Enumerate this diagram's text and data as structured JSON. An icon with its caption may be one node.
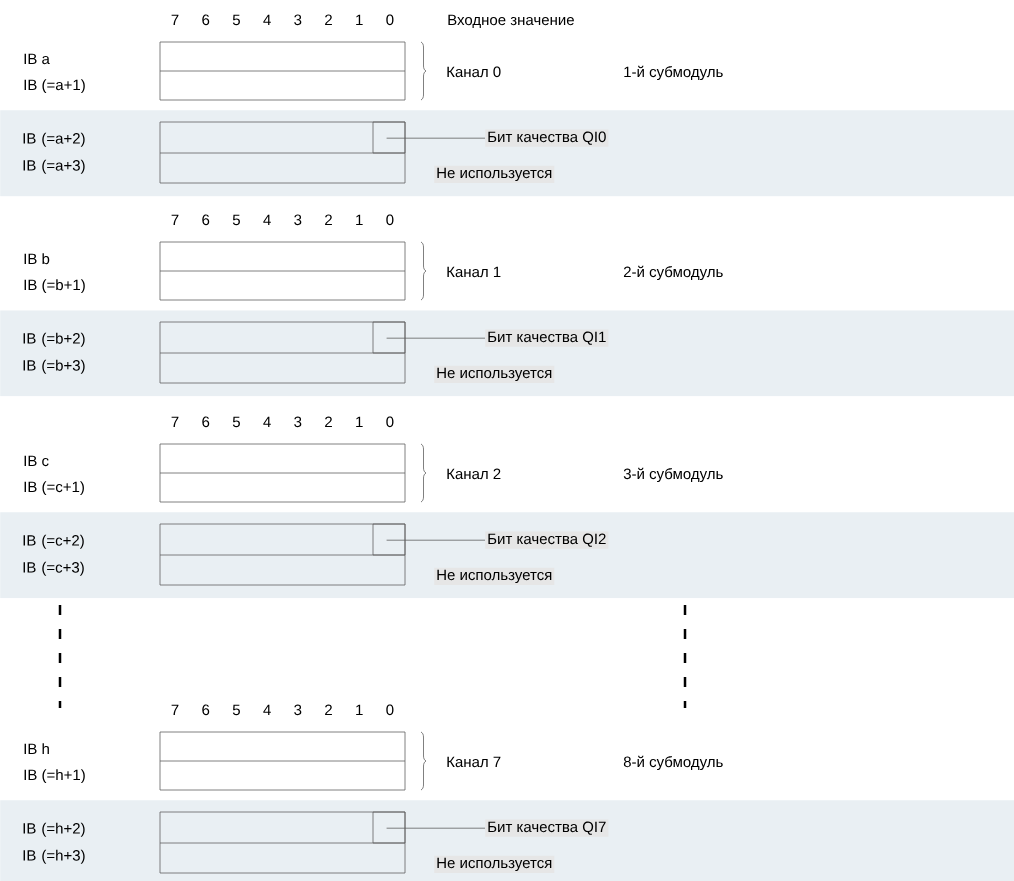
{
  "diagram": {
    "nodes": [
      {
        "text": [
          "IB (=a+2)",
          "IB (=a+3)"
        ]
      },
      {
        "text": [],
        "shape": "box",
        "in": 0
      },
      {
        "text": [
          "Бит качества QI0"
        ],
        "in": 0
      },
      {
        "text": [
          "Не используется"
        ],
        "in": 0
      },
      {
        "text": [
          "IB (=b+2)",
          "IB (=b+3)"
        ]
      },
      {
        "text": [],
        "shape": "box",
        "in": 4
      },
      {
        "text": [
          "Бит качества QI1"
        ],
        "in": 4
      },
      {
        "text": [
          "Не используется"
        ],
        "in": 4
      },
      {
        "text": [
          "IB (=c+2)",
          "IB (=c+3)"
        ]
      },
      {
        "text": [],
        "shape": "box",
        "in": 8
      },
      {
        "text": [
          "Бит качества QI2"
        ],
        "in": 8
      },
      {
        "text": [
          "Не используется"
        ],
        "in": 8
      },
      {
        "text": [
          "IB (=h+2)",
          "IB (=h+3)"
        ]
      },
      {
        "text": [],
        "shape": "box",
        "in": 12
      },
      {
        "text": [
          "Бит качества QI7"
        ],
        "in": 12
      },
      {
        "text": [
          "Не используется"
        ],
        "in": 12
      }
    ],
    "edges": [
      {
        "from": 2,
        "to": 1,
        "arrow": "none"
      },
      {
        "from": 6,
        "to": 5,
        "arrow": "none"
      },
      {
        "from": 10,
        "to": 9,
        "arrow": "none"
      },
      {
        "from": 14,
        "to": 13,
        "arrow": "none"
      }
    ],
    "labels": [
      "7",
      "6",
      "5",
      "4",
      "3",
      "2",
      "1",
      "0",
      "Входное значение",
      "IB a",
      "Канал 0",
      "1-й субмодуль",
      "IB (=a+1)",
      "7",
      "6",
      "5",
      "4",
      "3",
      "2",
      "1",
      "0",
      "IB b",
      "Канал 1",
      "2-й субмодуль",
      "IB (=b+1)",
      "7",
      "6",
      "5",
      "4",
      "3",
      "2",
      "1",
      "0",
      "IB c",
      "Канал 2",
      "3-й субмодуль",
      "IB (=c+1)",
      "7",
      "6",
      "5",
      "4",
      "3",
      "2",
      "1",
      "0",
      "IB h",
      "Канал 7",
      "8-й субмодуль",
      "IB (=h+1)"
    ]
  }
}
